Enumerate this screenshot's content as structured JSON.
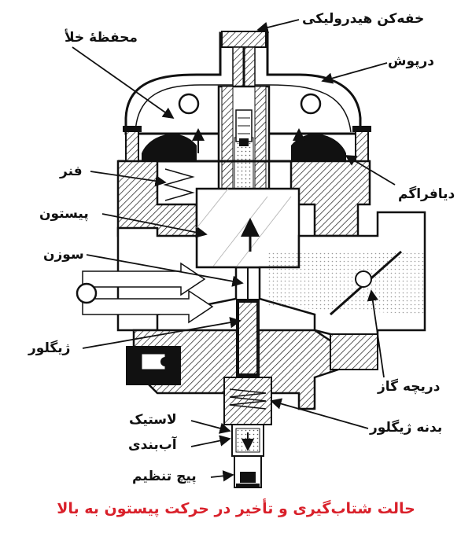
{
  "labels": {
    "hydraulic_damper": "خفه‌کن هیدرولیکی",
    "vacuum_chamber": "محفظهٔ خلأ",
    "cover": "درپوش",
    "spring": "فنر",
    "diaphragm": "دیافراگم",
    "piston": "پیستون",
    "needle": "سوزن",
    "jet": "ژیگلور",
    "throttle_valve": "دریچه گاز",
    "rubber": "لاستیک",
    "seal": "آب‌بندی",
    "jet_body": "بدنه ژیگلور",
    "adjusting_screw": "پیچ تنظیم"
  },
  "caption": "حالت شتاب‌گیری و تأخیر در حرکت پیستون به بالا",
  "colors": {
    "caption": "#d9202a",
    "ink": "#111111"
  }
}
